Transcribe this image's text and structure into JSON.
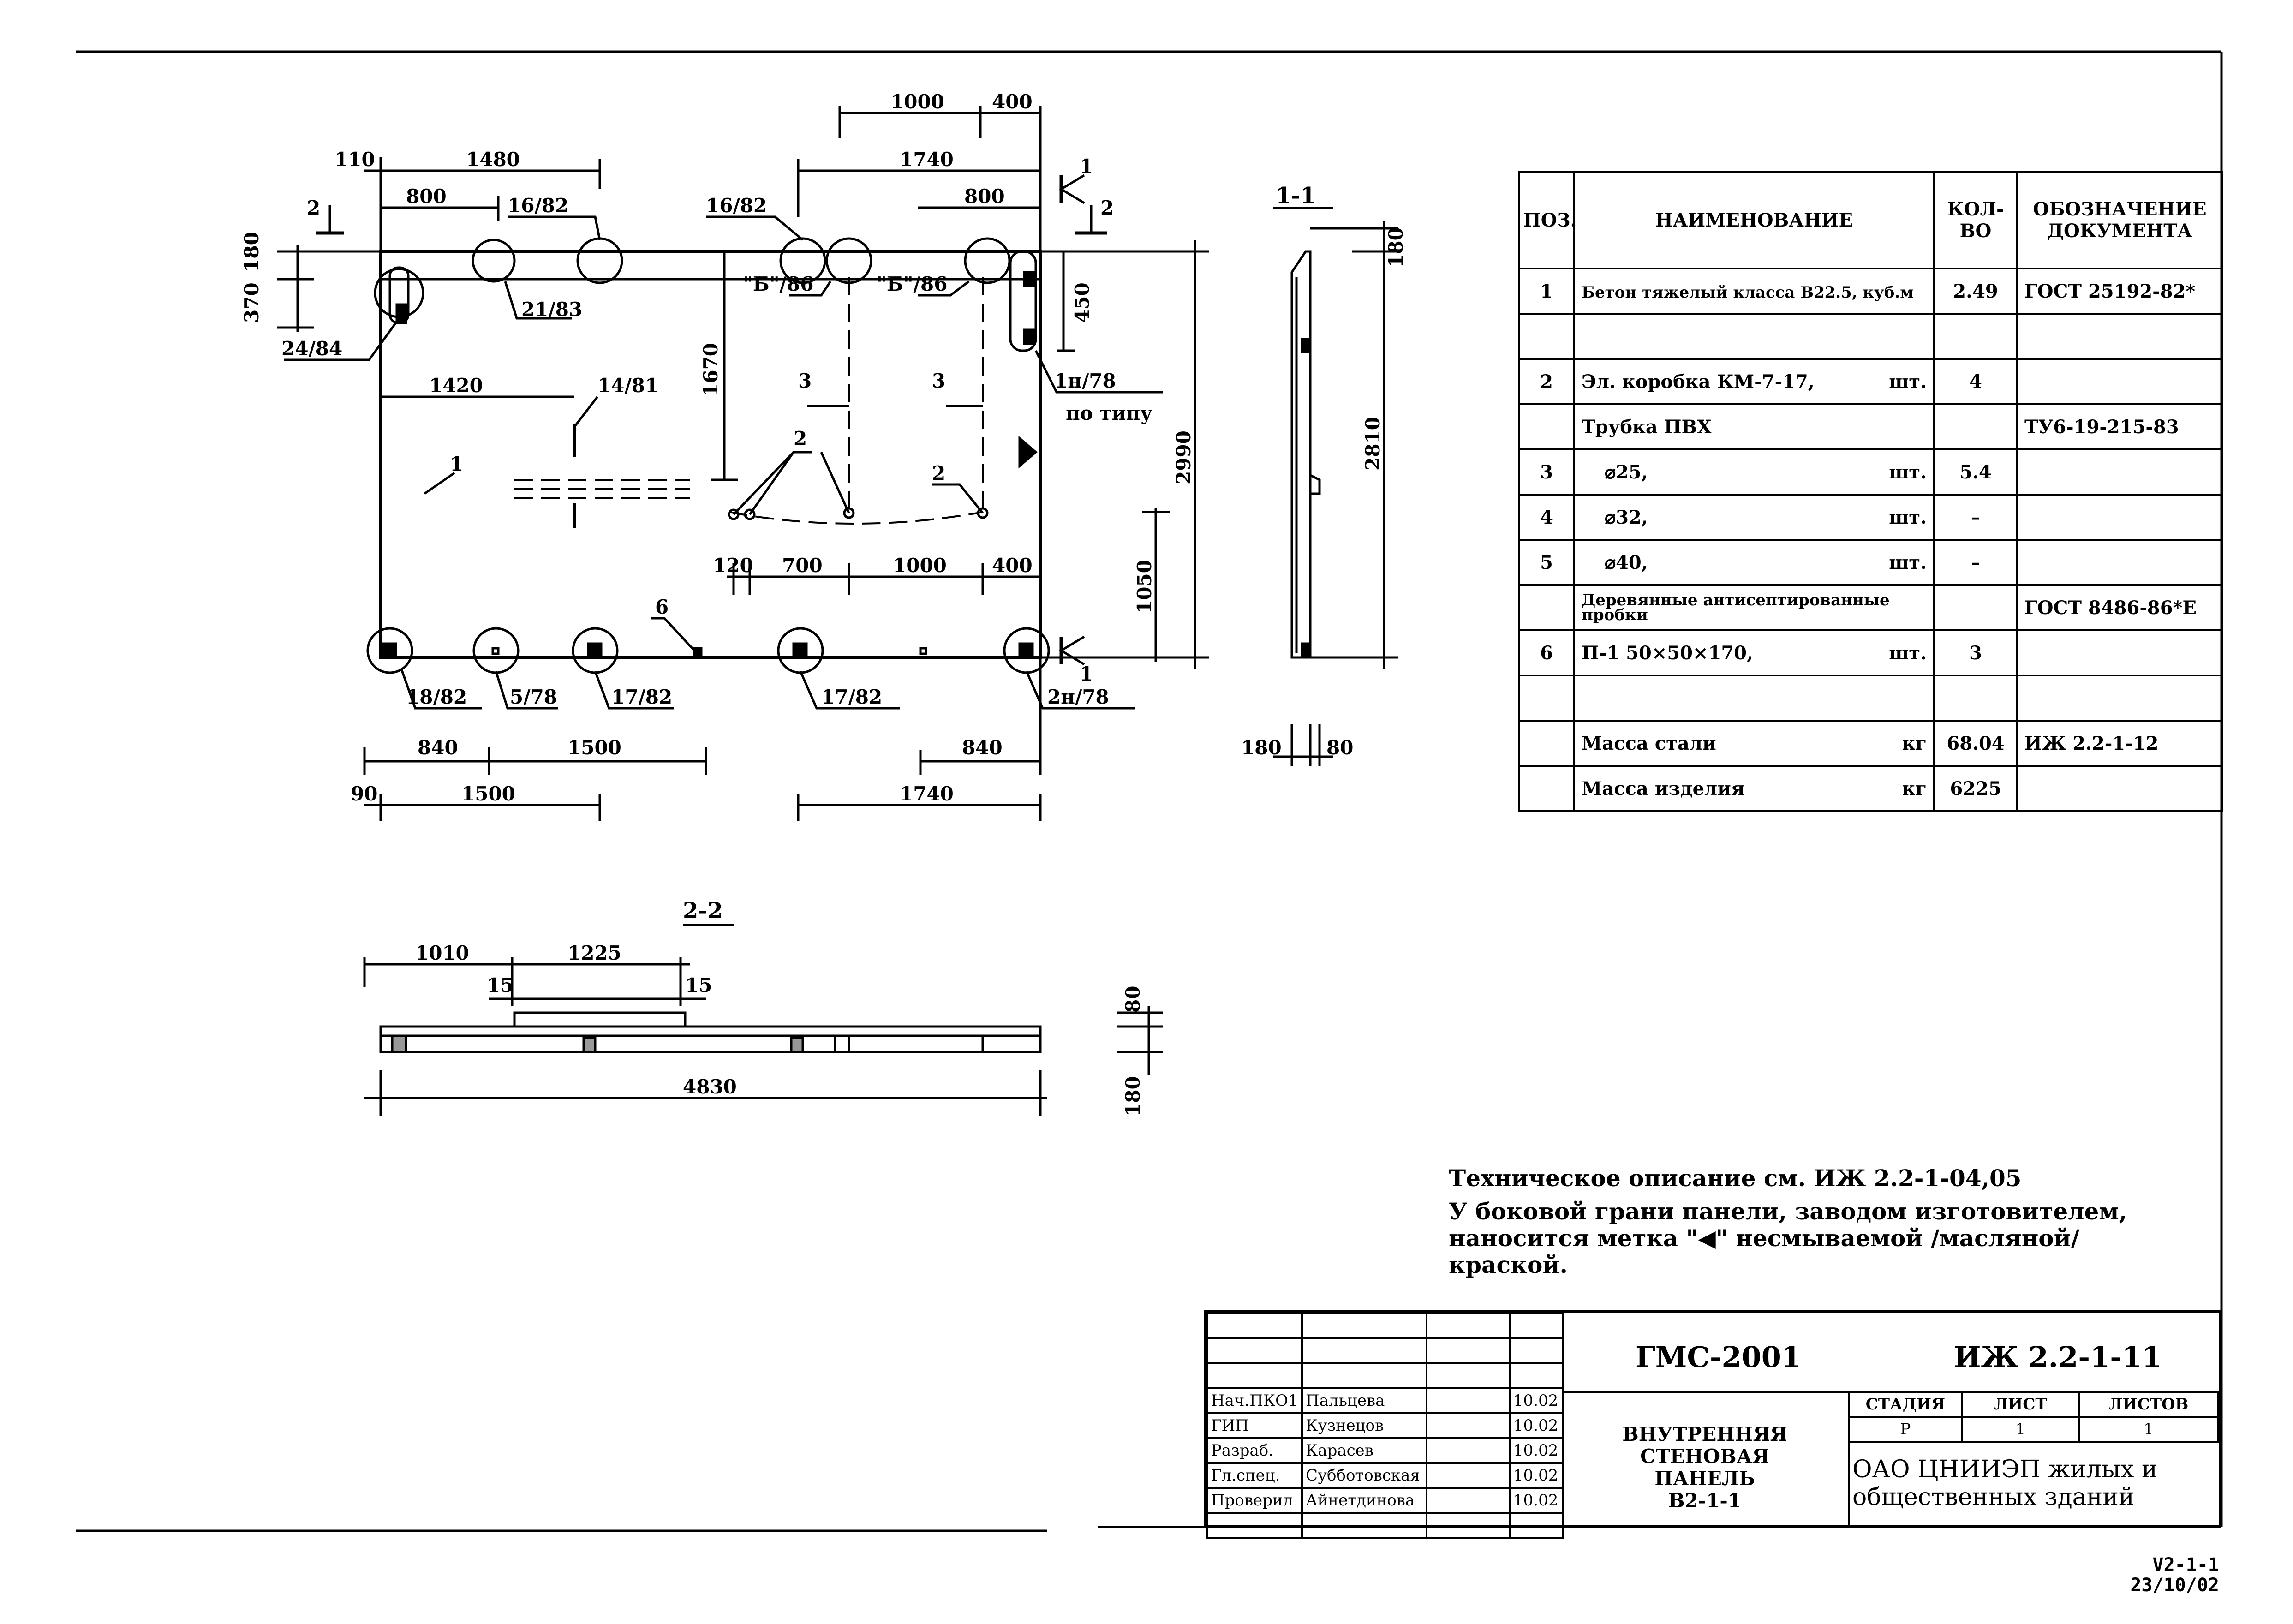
{
  "plan": {
    "dims_top": [
      "1000",
      "400",
      "1740",
      "800",
      "110",
      "1480",
      "800",
      "16/82",
      "16/82"
    ],
    "dims_left": [
      "370",
      "180"
    ],
    "dims_inner": [
      "1420",
      "1670",
      "450",
      "2990",
      "2810",
      "1050"
    ],
    "dims_mid": [
      "120",
      "700",
      "1000",
      "400"
    ],
    "dims_bottom": [
      "840",
      "1500",
      "840",
      "90",
      "1500",
      "1740"
    ],
    "callouts": [
      "21/83",
      "24/84",
      "14/81",
      "1н/78",
      "по типу",
      "18/82",
      "5/78",
      "17/82",
      "17/82",
      "2н/78",
      "\"Б\"/86",
      "\"Б\"/86"
    ],
    "positions": [
      "1",
      "2",
      "2",
      "2",
      "3",
      "3",
      "6"
    ],
    "cut_marks": [
      "1",
      "1",
      "2",
      "2"
    ]
  },
  "section11": {
    "title": "1-1",
    "dims": [
      "180",
      "80"
    ]
  },
  "section22": {
    "title": "2-2",
    "dims": [
      "1010",
      "1225",
      "15",
      "15",
      "4830",
      "80",
      "180"
    ]
  },
  "spec": {
    "headers": [
      "ПОЗ.",
      "НАИМЕНОВАНИЕ",
      "КОЛ-ВО",
      "ОБОЗНАЧЕНИЕ ДОКУМЕНТА"
    ],
    "rows": [
      {
        "pos": "1",
        "name": "Бетон тяжелый класса В22.5, куб.м",
        "unit": "",
        "qty": "2.49",
        "doc": "ГОСТ 25192-82*"
      },
      {
        "pos": "",
        "name": "",
        "unit": "",
        "qty": "",
        "doc": ""
      },
      {
        "pos": "2",
        "name": "Эл. коробка КМ-7-17,",
        "unit": "шт.",
        "qty": "4",
        "doc": ""
      },
      {
        "pos": "",
        "name": "Трубка ПВХ",
        "unit": "",
        "qty": "",
        "doc": "ТУ6-19-215-83"
      },
      {
        "pos": "3",
        "name": "⌀25,",
        "unit": "шт.",
        "qty": "5.4",
        "doc": ""
      },
      {
        "pos": "4",
        "name": "⌀32,",
        "unit": "шт.",
        "qty": "–",
        "doc": ""
      },
      {
        "pos": "5",
        "name": "⌀40,",
        "unit": "шт.",
        "qty": "–",
        "doc": ""
      },
      {
        "pos": "",
        "name": "Деревянные антисептированные пробки",
        "unit": "",
        "qty": "",
        "doc": "ГОСТ 8486-86*Е"
      },
      {
        "pos": "6",
        "name": "П-1   50×50×170,",
        "unit": "шт.",
        "qty": "3",
        "doc": ""
      },
      {
        "pos": "",
        "name": "",
        "unit": "",
        "qty": "",
        "doc": ""
      },
      {
        "pos": "",
        "name": "Масса стали",
        "unit": "кг",
        "qty": "68.04",
        "doc": "ИЖ 2.2-1-12"
      },
      {
        "pos": "",
        "name": "Масса изделия",
        "unit": "кг",
        "qty": "6225",
        "doc": ""
      }
    ]
  },
  "notes": {
    "line1": "Техническое описание   см. ИЖ 2.2-1-04,05",
    "line2": "У боковой грани панели, заводом изготовителем,",
    "line3": "наносится метка \"◀\" несмываемой /масляной/",
    "line4": "краской."
  },
  "stamp": {
    "project": "ГМС-2001",
    "code": "ИЖ 2.2-1-11",
    "title1": "ВНУТРЕННЯЯ СТЕНОВАЯ",
    "title2": "ПАНЕЛЬ",
    "title3": "В2-1-1",
    "stage_h": "СТАДИЯ",
    "sheet_h": "ЛИСТ",
    "sheets_h": "ЛИСТОВ",
    "stage": "Р",
    "sheet": "1",
    "sheets": "1",
    "org1": "ОАО ЦНИИЭП жилых и",
    "org2": "общественных зданий",
    "people": [
      {
        "role": "Нач.ПКО1",
        "name": "Пальцева",
        "date": "10.02"
      },
      {
        "role": "ГИП",
        "name": "Кузнецов",
        "date": "10.02"
      },
      {
        "role": "Разраб.",
        "name": "Карасев",
        "date": "10.02"
      },
      {
        "role": "Гл.спец.",
        "name": "Субботовская",
        "date": "10.02"
      },
      {
        "role": "Проверил",
        "name": "Айнетдинова",
        "date": "10.02"
      }
    ]
  },
  "footer": {
    "id": "V2-1-1",
    "date": "23/10/02"
  }
}
